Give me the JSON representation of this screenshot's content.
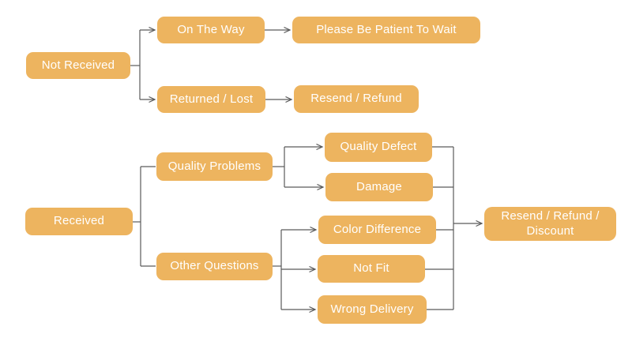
{
  "diagram": {
    "colors": {
      "node_fill": "#EDB45F",
      "node_text": "#FFFFFF",
      "connector": "#5A5A5A",
      "background": "#FFFFFF"
    },
    "nodes": {
      "not_received": "Not Received",
      "on_the_way": "On The Way",
      "please_wait": "Please Be Patient To Wait",
      "returned_lost": "Returned / Lost",
      "resend_refund": "Resend / Refund",
      "received": "Received",
      "quality_problems": "Quality Problems",
      "other_questions": "Other Questions",
      "quality_defect": "Quality Defect",
      "damage": "Damage",
      "color_difference": "Color Difference",
      "not_fit": "Not Fit",
      "wrong_delivery": "Wrong Delivery",
      "resend_refund_discount": "Resend / Refund / Discount"
    },
    "edges": [
      {
        "from": "not_received",
        "to": "on_the_way",
        "arrowhead": true
      },
      {
        "from": "not_received",
        "to": "returned_lost",
        "arrowhead": true
      },
      {
        "from": "on_the_way",
        "to": "please_wait",
        "arrowhead": true
      },
      {
        "from": "returned_lost",
        "to": "resend_refund",
        "arrowhead": true
      },
      {
        "from": "received",
        "to": "quality_problems",
        "arrowhead": false
      },
      {
        "from": "received",
        "to": "other_questions",
        "arrowhead": false
      },
      {
        "from": "quality_problems",
        "to": "quality_defect",
        "arrowhead": true
      },
      {
        "from": "quality_problems",
        "to": "damage",
        "arrowhead": true
      },
      {
        "from": "other_questions",
        "to": "color_difference",
        "arrowhead": true
      },
      {
        "from": "other_questions",
        "to": "not_fit",
        "arrowhead": true
      },
      {
        "from": "other_questions",
        "to": "wrong_delivery",
        "arrowhead": true
      },
      {
        "from": "quality_defect",
        "to": "resend_refund_discount",
        "arrowhead": true
      },
      {
        "from": "damage",
        "to": "resend_refund_discount",
        "arrowhead": true
      },
      {
        "from": "color_difference",
        "to": "resend_refund_discount",
        "arrowhead": true
      },
      {
        "from": "not_fit",
        "to": "resend_refund_discount",
        "arrowhead": true
      },
      {
        "from": "wrong_delivery",
        "to": "resend_refund_discount",
        "arrowhead": true
      }
    ]
  }
}
